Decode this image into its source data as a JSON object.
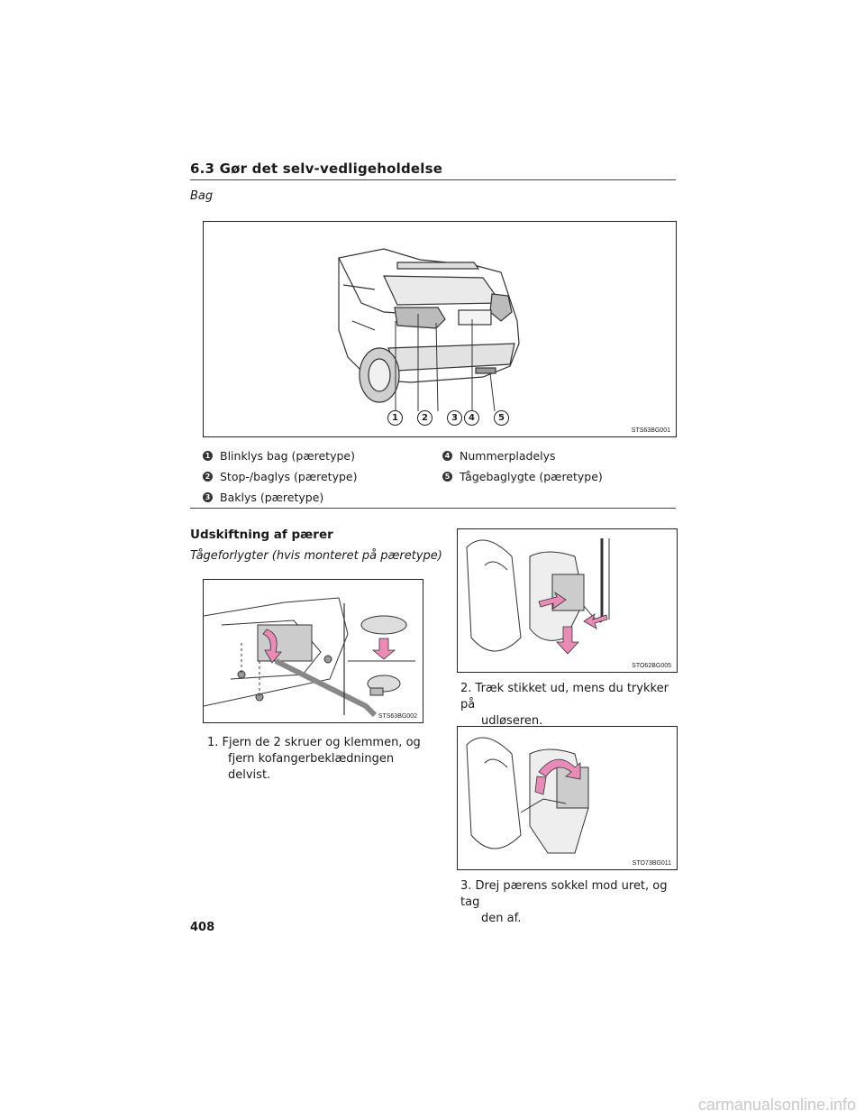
{
  "header": {
    "title": "6.3 Gør det selv-vedligeholdelse"
  },
  "subsection_rear": "Bag",
  "figures": {
    "rear": {
      "code": "STS63BG001",
      "callouts": [
        "1",
        "2",
        "3",
        "4",
        "5"
      ]
    },
    "fog_removal": {
      "code": "STS63BG002"
    },
    "connector": {
      "code": "STO62BG005"
    },
    "socket": {
      "code": "STO73BG011"
    }
  },
  "legend": {
    "left": [
      {
        "num": "1",
        "label": "Blinklys bag (pæretype)"
      },
      {
        "num": "2",
        "label": "Stop-/baglys (pæretype)"
      },
      {
        "num": "3",
        "label": "Baklys (pæretype)"
      }
    ],
    "right": [
      {
        "num": "4",
        "label": "Nummerpladelys"
      },
      {
        "num": "5",
        "label": "Tågebaglygte (pæretype)"
      }
    ]
  },
  "section": {
    "heading": "Udskiftning af pærer",
    "subheading": "Tågeforlygter (hvis monteret på pæretype)"
  },
  "steps": [
    {
      "num": "1.",
      "line1": "Fjern de 2 skruer og klemmen, og",
      "line2": "fjern kofangerbeklædningen delvist."
    },
    {
      "num": "2.",
      "line1": "Træk stikket ud, mens du trykker på",
      "line2": "udløseren."
    },
    {
      "num": "3.",
      "line1": "Drej pærens sokkel mod uret, og tag",
      "line2": "den af."
    }
  ],
  "page_number": "408",
  "watermark": "carmanualsonline.info",
  "colors": {
    "arrow_pink": "#e98bb6",
    "rule": "#444444"
  }
}
